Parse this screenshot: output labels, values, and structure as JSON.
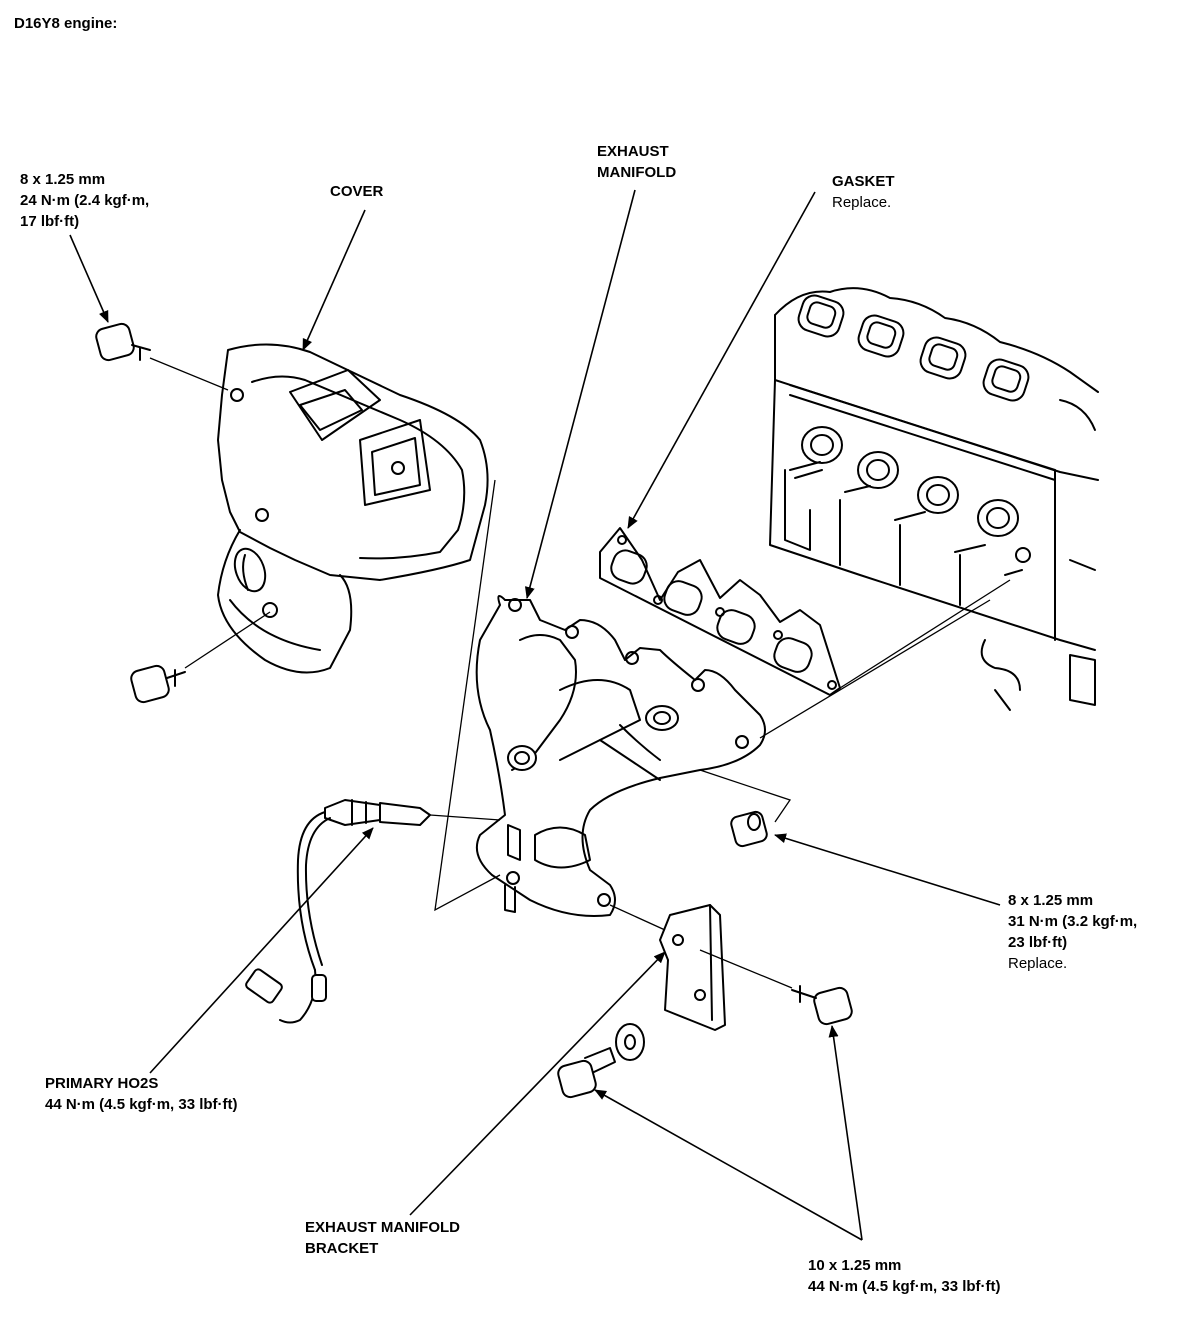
{
  "title": "D16Y8 engine:",
  "labels": {
    "cover_bolt": [
      "8 x 1.25 mm",
      "24 N·m (2.4 kgf·m,",
      "17 lbf·ft)"
    ],
    "cover": "COVER",
    "exhaust_manifold": [
      "EXHAUST",
      "MANIFOLD"
    ],
    "gasket": [
      "GASKET",
      "Replace."
    ],
    "nut": [
      "8 x 1.25 mm",
      "31 N·m (3.2 kgf·m,",
      "23 lbf·ft)",
      "Replace."
    ],
    "ho2s": [
      "PRIMARY HO2S",
      "44 N·m (4.5 kgf·m, 33 lbf·ft)"
    ],
    "bracket": [
      "EXHAUST MANIFOLD",
      "BRACKET"
    ],
    "bracket_bolt": [
      "10 x 1.25 mm",
      "44 N·m (4.5 kgf·m, 33 lbf·ft)"
    ]
  }
}
